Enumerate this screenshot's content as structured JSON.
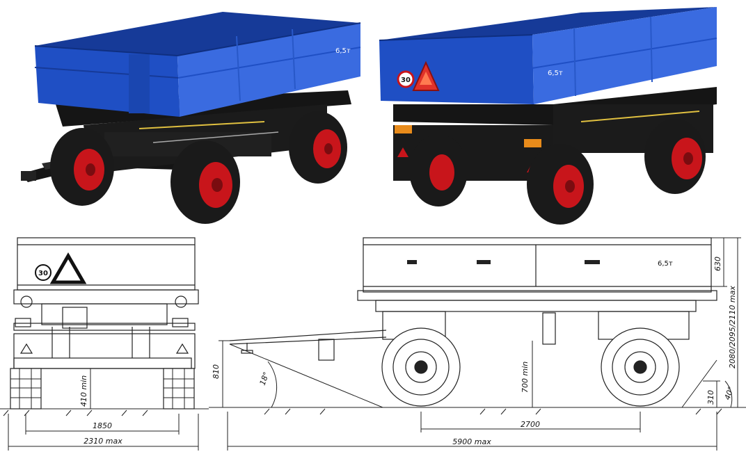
{
  "colors": {
    "body_blue": "#1f4fc4",
    "body_blue_dark": "#163a98",
    "body_blue_light": "#3a6be0",
    "frame_black": "#151515",
    "tire": "#1a1a1a",
    "rim_red": "#c8151b",
    "line_drawing": "#222222",
    "background": "#ffffff"
  },
  "render_front": {
    "side_badge": "6,5т"
  },
  "render_rear": {
    "speed_sign": "30",
    "side_badge": "6,5т"
  },
  "rear_view": {
    "speed_sign": "30",
    "dimensions": {
      "ground_clearance": "410 min",
      "track_width": "1850",
      "overall_width": "2310 max"
    }
  },
  "side_view": {
    "side_badge": "6,5т",
    "dimensions": {
      "drawbar_height": "810",
      "drawbar_angle": "18°",
      "frame_clearance": "700 min",
      "wheelbase": "2700",
      "overall_length": "5900 max",
      "side_height": "630",
      "overall_height": "2080/2095/2110 max",
      "rear_height": "310",
      "departure_angle": "40°"
    }
  }
}
